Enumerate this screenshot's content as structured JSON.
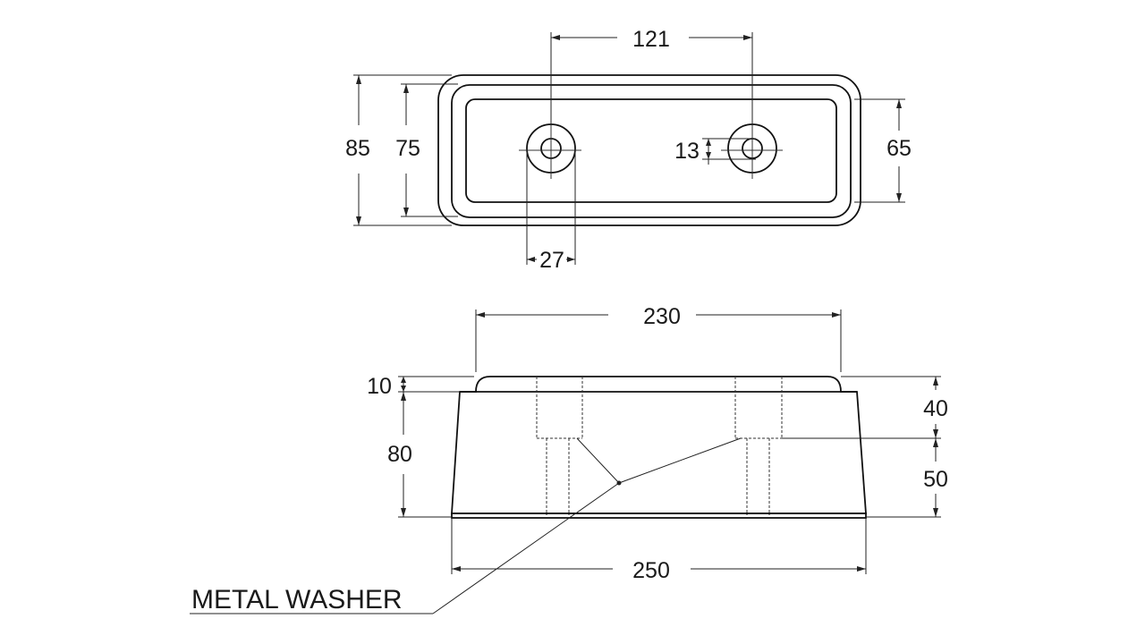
{
  "dimensions": {
    "hole_spacing": "121",
    "outer_height": "85",
    "inner_height": "75",
    "hole_diameter": "13",
    "end_height": "65",
    "hole_offset": "27",
    "top_width": "230",
    "top_thickness": "10",
    "base_height": "80",
    "upper_depth": "40",
    "lower_depth": "50",
    "base_width": "250"
  },
  "labels": {
    "metal_washer": "METAL WASHER"
  }
}
